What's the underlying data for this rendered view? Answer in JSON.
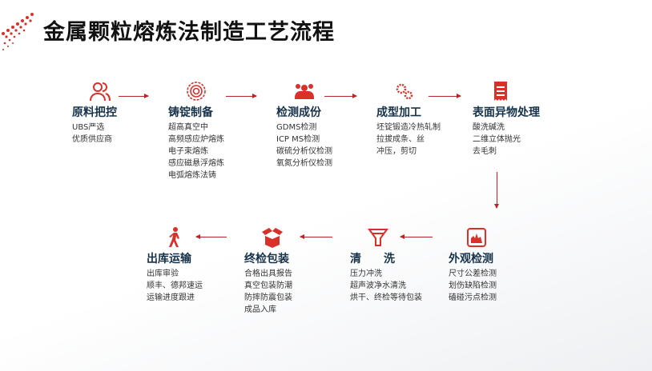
{
  "title": "金属颗粒熔炼法制造工艺流程",
  "accent": "#d9302a",
  "steps_top": [
    {
      "icon": "users-icon",
      "name": "原料把控",
      "lines": [
        "UBS严选",
        "优质供应商"
      ]
    },
    {
      "icon": "gear-icon",
      "name": "铸锭制备",
      "lines": [
        "超高真空中",
        "高频感应炉熔炼",
        "电子束熔炼",
        "感应磁悬浮熔炼",
        "电弧熔炼法铸"
      ]
    },
    {
      "icon": "team-icon",
      "name": "检测成份",
      "lines": [
        "GDMS检测",
        "ICP MS检测",
        "碳硫分析仪检测",
        "氧氮分析仪检测"
      ]
    },
    {
      "icon": "gears-icon",
      "name": "成型加工",
      "lines": [
        "坯锭锻造冷热轧制",
        "拉拔成条、丝",
        "冲压，剪切"
      ]
    },
    {
      "icon": "receipt-icon",
      "name": "表面异物处理",
      "lines": [
        "酸洗碱洗",
        "二维立体抛光",
        "去毛刺"
      ]
    }
  ],
  "steps_bottom": [
    {
      "icon": "walking-person-icon",
      "name": "出库运输",
      "lines": [
        "出库审验",
        "顺丰、德邦速运",
        "运输进度跟进"
      ]
    },
    {
      "icon": "open-box-icon",
      "name": "终检包装",
      "lines": [
        "合格出具报告",
        "真空包装防潮",
        "防摔防震包装",
        "成品入库"
      ]
    },
    {
      "icon": "funnel-icon",
      "name": "清　　洗",
      "lines": [
        "压力冲洗",
        "超声波净水清洗",
        "烘干、终检等待包装"
      ]
    },
    {
      "icon": "inspection-icon",
      "name": "外观检测",
      "lines": [
        "尺寸公差检测",
        "划伤缺陷检测",
        "磕碰污点检测"
      ]
    }
  ]
}
